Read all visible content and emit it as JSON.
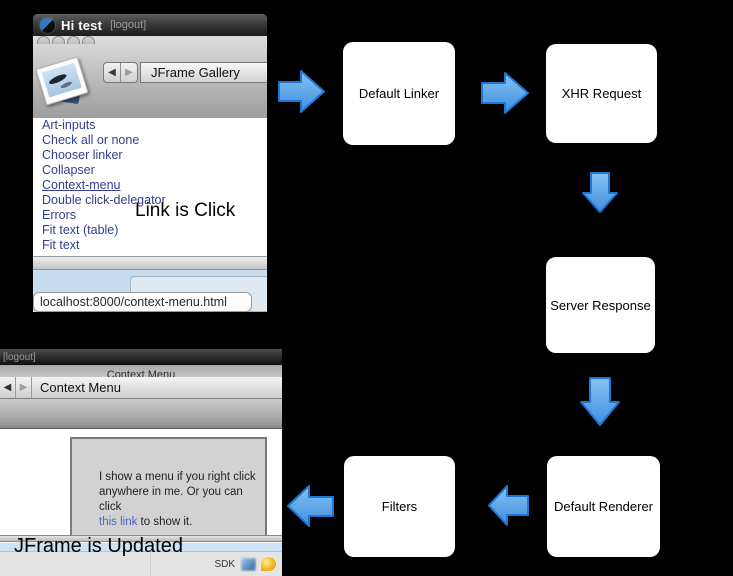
{
  "top_window": {
    "title": "Hi test",
    "logout_label": "[logout]",
    "nav": {
      "back": "◀",
      "forward": "▶",
      "title": "JFrame Gallery"
    },
    "links": [
      "Art-inputs",
      "Check all or none",
      "Chooser linker",
      "Collapser",
      "Context-menu",
      "Double click-delegator",
      "Errors",
      "Fit text (table)",
      "Fit text"
    ],
    "active_link": "Context-menu",
    "status_url": "localhost:8000/context-menu.html"
  },
  "annotations": {
    "link_clicked": "Link is Click",
    "jframe_updated": "JFrame is Updated"
  },
  "flow": {
    "boxes": [
      {
        "id": "default-linker",
        "label": "Default Linker"
      },
      {
        "id": "xhr-request",
        "label": "XHR Request"
      },
      {
        "id": "server-response",
        "label": "Server Response"
      },
      {
        "id": "default-renderer",
        "label": "Default Renderer"
      },
      {
        "id": "filters",
        "label": "Filters"
      }
    ],
    "arrow_gradient_top": "#86c3f1",
    "arrow_gradient_bottom": "#3f8ede",
    "arrow_border": "#1d76d2"
  },
  "bottom_window": {
    "logout_label": "[logout]",
    "clipped_title": "Context Menu",
    "nav": {
      "back": "◀",
      "forward": "▶",
      "title": "Context Menu"
    },
    "menu_panel": {
      "line1": "I show a menu if you right click",
      "line2": "anywhere in me. Or you can click",
      "link_text": "this link",
      "line3_rest": " to show it."
    },
    "statusbar": {
      "sdk_label": "SDK"
    }
  },
  "colors": {
    "gallery_link_blue": "#32408f",
    "panel_link_blue": "#4a64c0",
    "status_strip_blue": "#cde2f4",
    "browser_strip_blue": "#c7dcee"
  }
}
